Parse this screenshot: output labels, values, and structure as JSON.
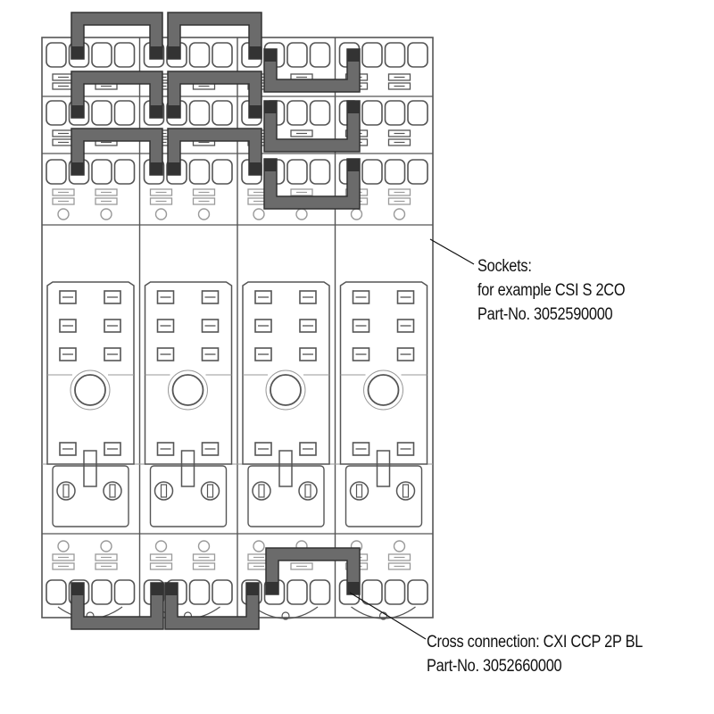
{
  "callouts": {
    "sockets": {
      "title": "Sockets:",
      "line2": "for example CSI S 2CO",
      "part_no": "Part-No. 3052590000"
    },
    "cross_connection": {
      "title": "Cross connection: CXI CCP 2P BL",
      "part_no": "Part-No. 3052660000"
    }
  },
  "colors": {
    "outline": "#555555",
    "light_outline": "#9a9a9a",
    "bridge_fill": "#6b6b6b",
    "bridge_dark": "#333333",
    "text": "#111111"
  },
  "module_count": 4
}
